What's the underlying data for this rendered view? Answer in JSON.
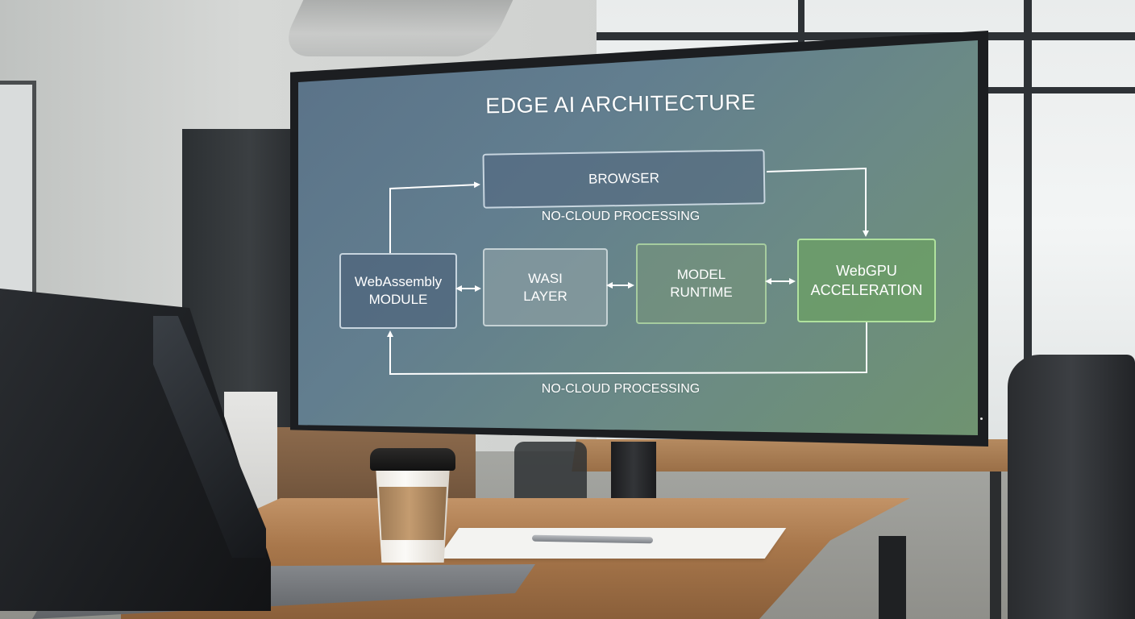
{
  "diagram": {
    "title": "EDGE AI ARCHITECTURE",
    "nodes": {
      "browser": "BROWSER",
      "wasm_line1": "WebAssembly",
      "wasm_line2": "MODULE",
      "wasi_line1": "WASI",
      "wasi_line2": "LAYER",
      "runtime_line1": "MODEL",
      "runtime_line2": "RUNTIME",
      "webgpu_line1": "WebGPU",
      "webgpu_line2": "ACCELERATION"
    },
    "label_top": "NO-CLOUD PROCESSING",
    "label_bottom": "NO-CLOUD PROCESSING"
  },
  "colors": {
    "screen_blue": "#5a7288",
    "screen_green": "#6f9370",
    "arrow": "#ffffff",
    "webgpu_fill": "#6ca064"
  }
}
